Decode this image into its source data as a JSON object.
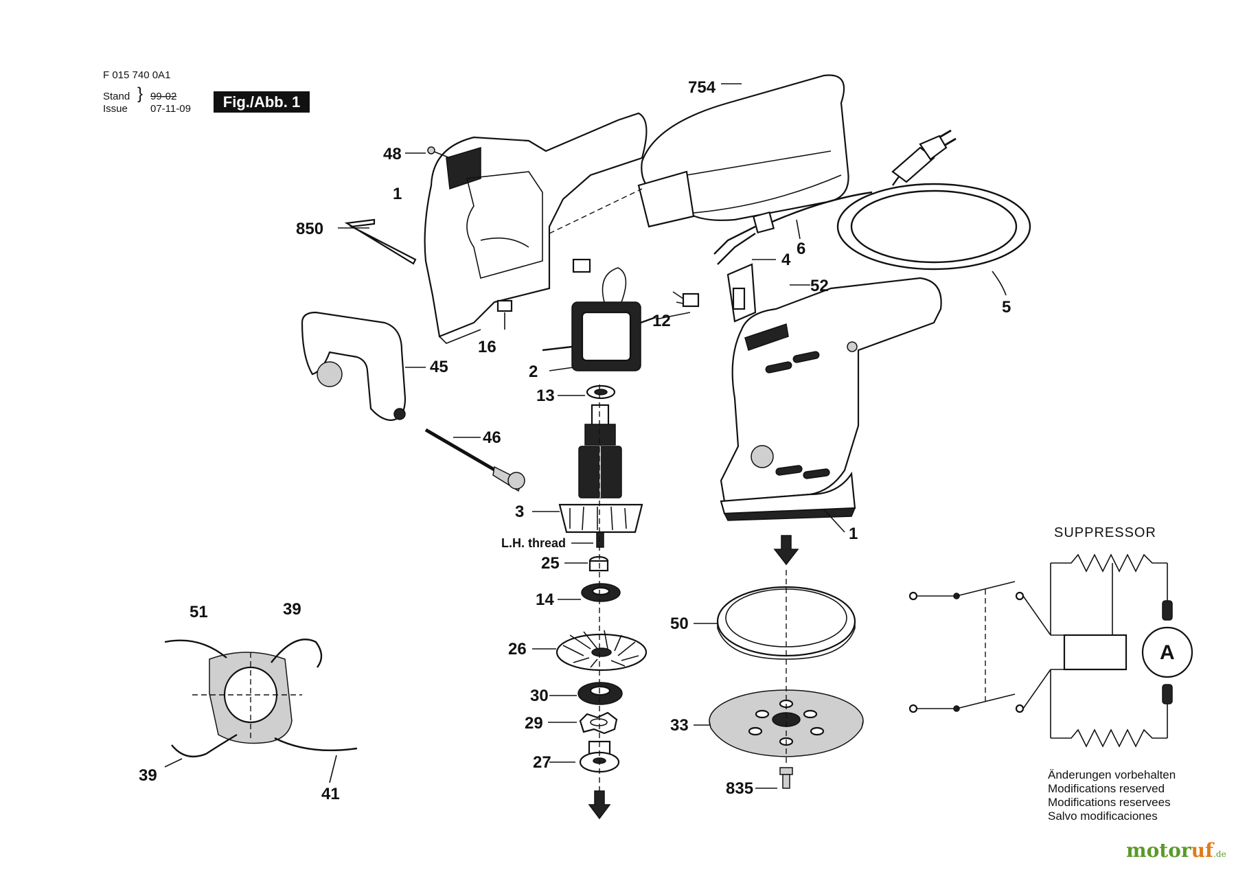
{
  "header": {
    "doc_number": "F 015 740 0A1",
    "stand_label": "Stand",
    "issue_label": "Issue",
    "old_date": "99-02",
    "issue_date": "07-11-09",
    "figure_label": "Fig./Abb. 1"
  },
  "callouts": {
    "c754": "754",
    "c48": "48",
    "c1a": "1",
    "c850": "850",
    "c6": "6",
    "c4": "4",
    "c52": "52",
    "c5": "5",
    "c12": "12",
    "c16": "16",
    "c2": "2",
    "c45": "45",
    "c13": "13",
    "c46": "46",
    "c3": "3",
    "c1b": "1",
    "lh_thread": "L.H. thread",
    "c25": "25",
    "c14": "14",
    "c26": "26",
    "c30": "30",
    "c29": "29",
    "c27": "27",
    "c50": "50",
    "c33": "33",
    "c835": "835",
    "c51": "51",
    "c39a": "39",
    "c39b": "39",
    "c41": "41"
  },
  "schematic": {
    "title": "SUPPRESSOR",
    "motor_symbol": "A"
  },
  "notes": [
    "Änderungen vorbehalten",
    "Modifications reserved",
    "Modifications reservees",
    "Salvo modificaciones"
  ],
  "brand": {
    "name_a": "motor",
    "name_b": "uf",
    "tld": ".de"
  }
}
